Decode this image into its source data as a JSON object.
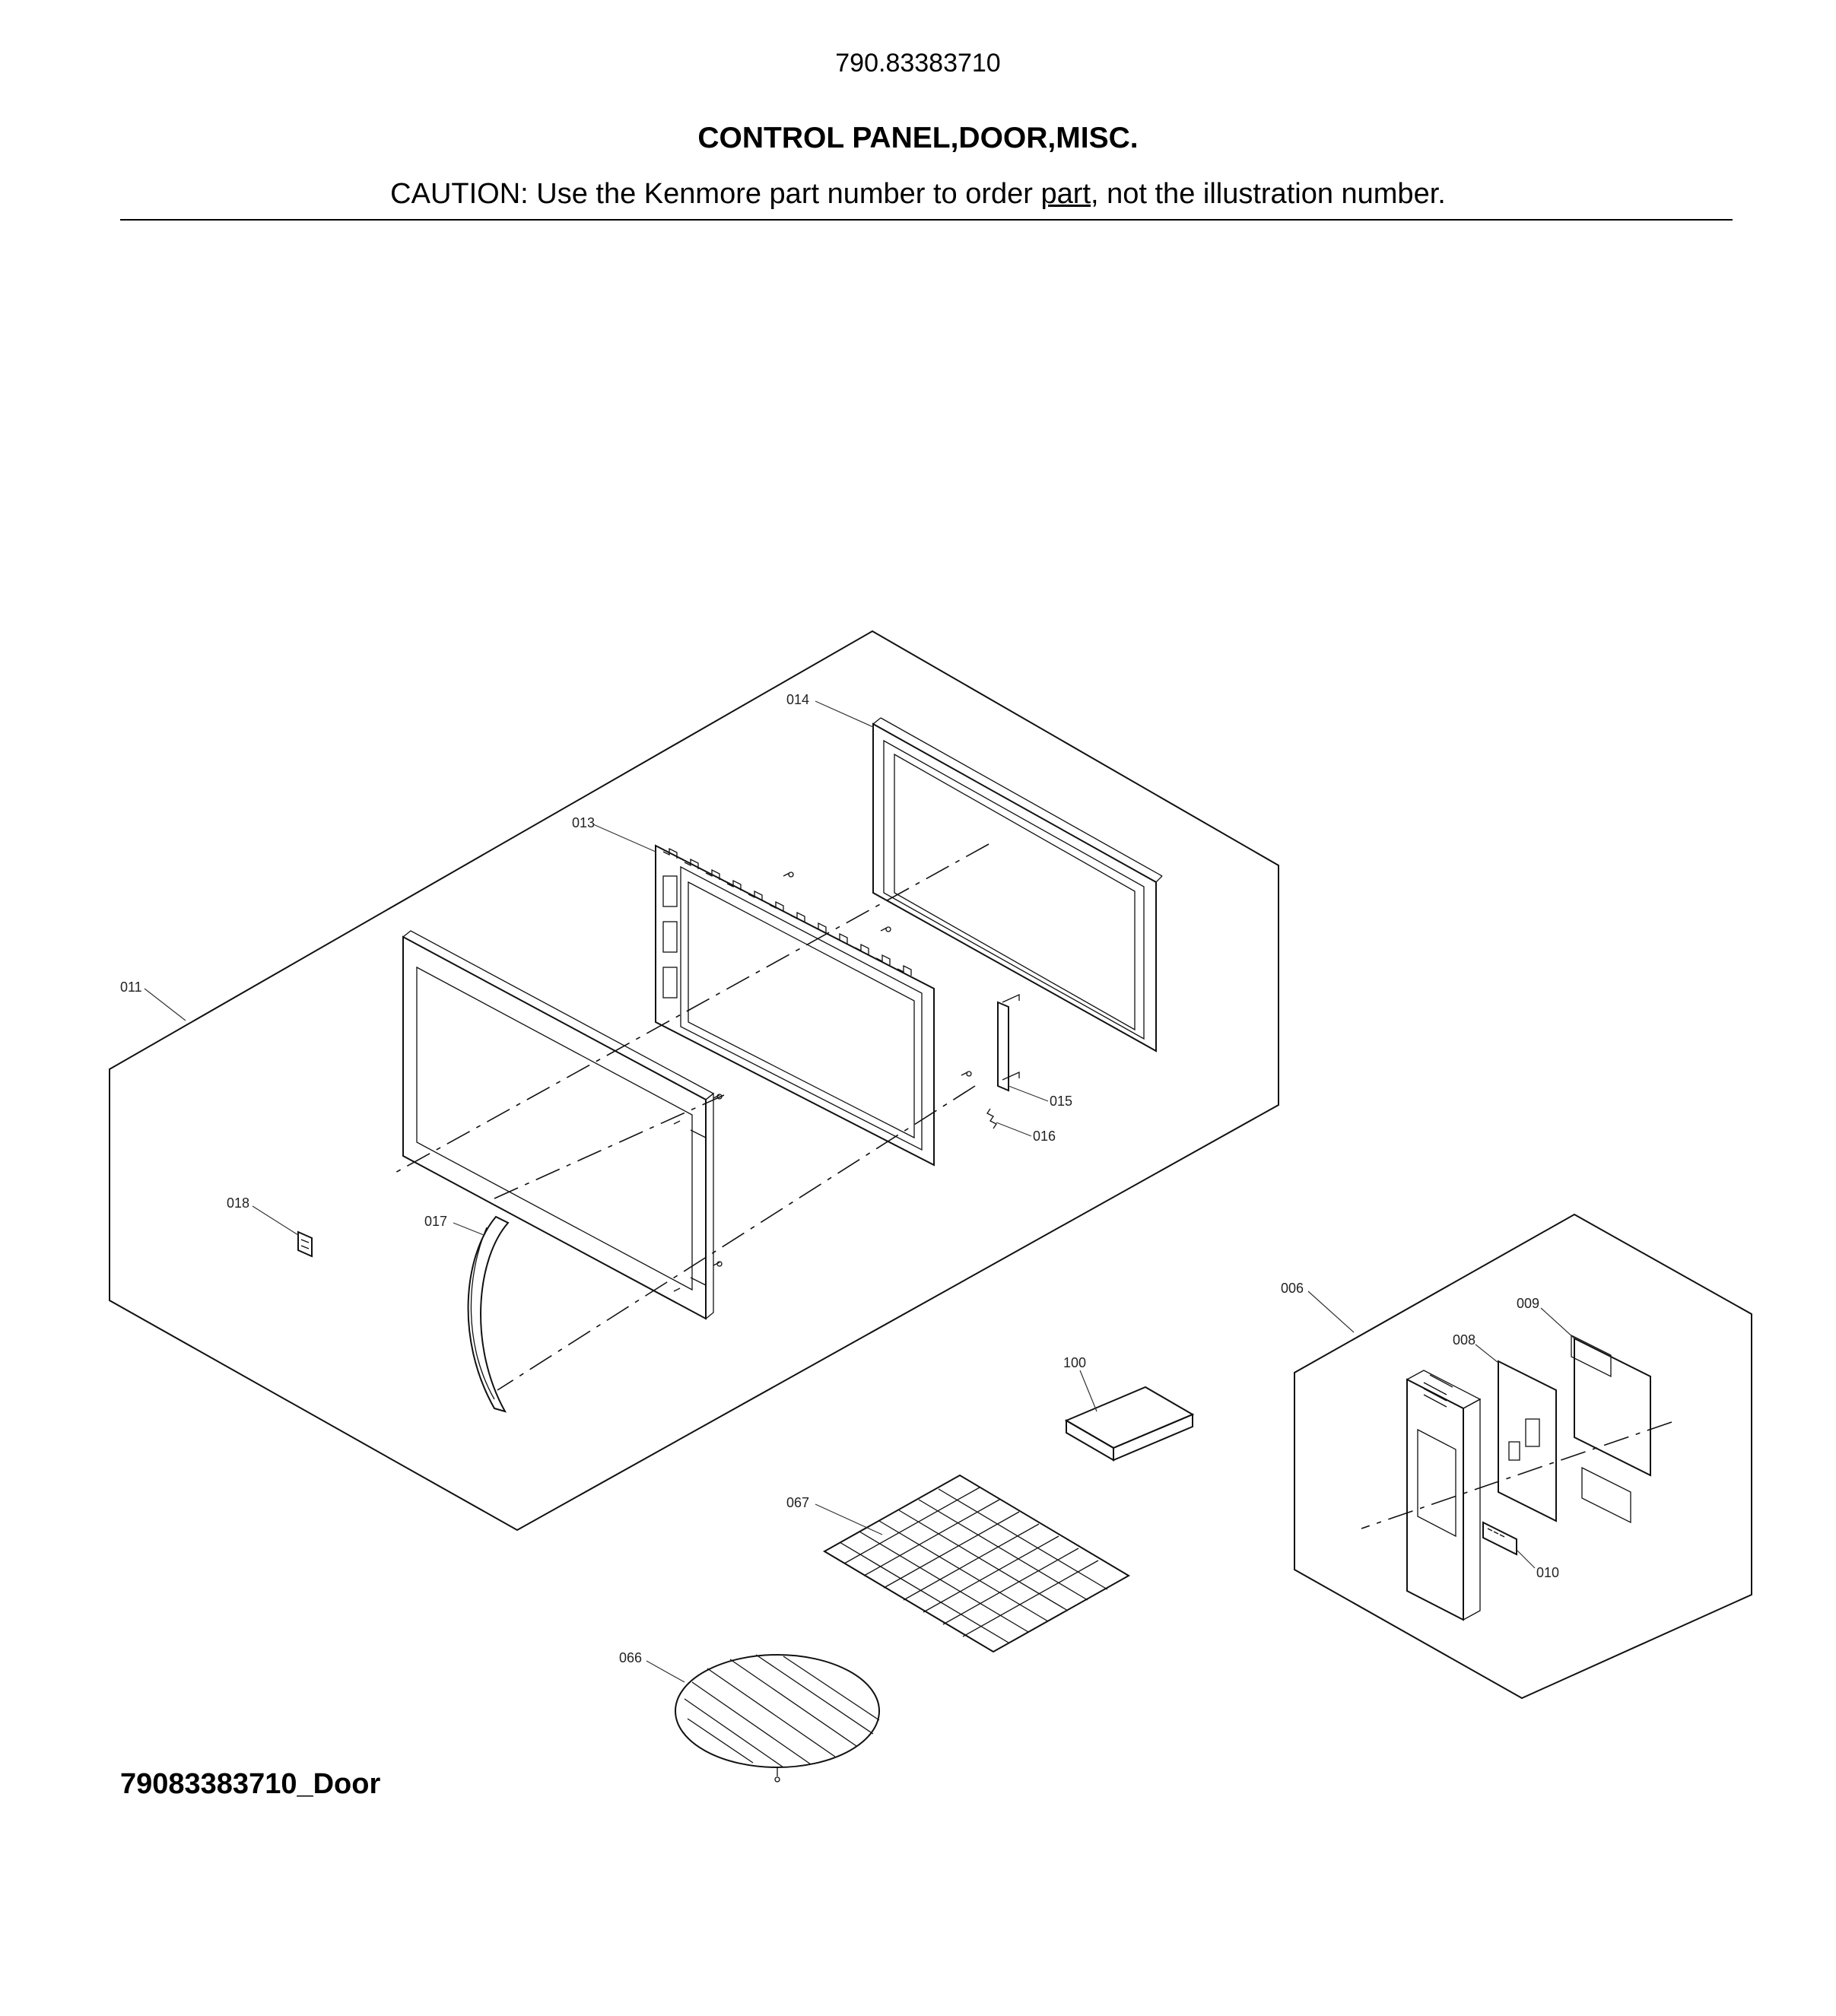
{
  "header": {
    "model_number": "790.83383710",
    "section_title": "CONTROL PANEL,DOOR,MISC.",
    "caution_prefix": "CAUTION: Use the Kenmore part number to order ",
    "caution_link": "part",
    "caution_suffix": ", not the illustration number."
  },
  "diagram": {
    "callouts": {
      "c014": "014",
      "c013": "013",
      "c011": "011",
      "c015": "015",
      "c016": "016",
      "c018": "018",
      "c017": "017",
      "c006": "006",
      "c009": "009",
      "c008": "008",
      "c100": "100",
      "c067": "067",
      "c010": "010",
      "c066": "066"
    }
  },
  "footer": {
    "diagram_id": "79083383710_Door"
  }
}
